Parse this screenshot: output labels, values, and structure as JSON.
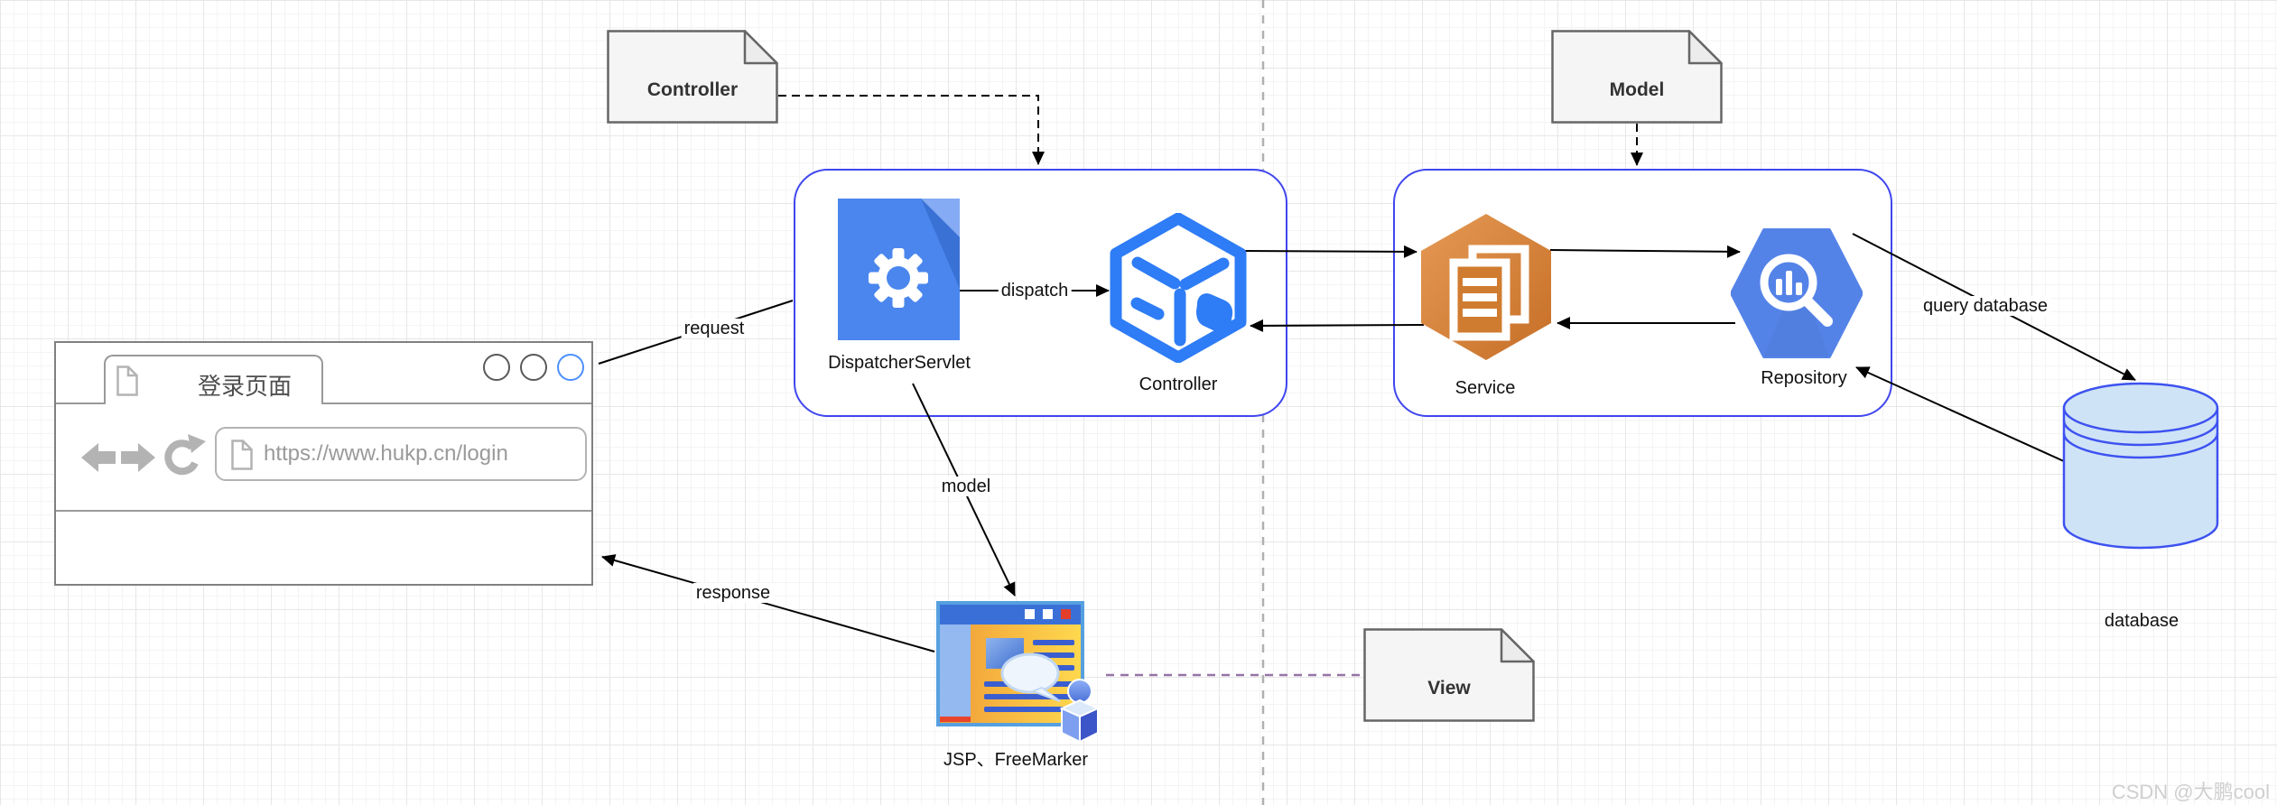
{
  "watermark": "CSDN @大鹏cool",
  "browser": {
    "tab_title": "登录页面",
    "url": "https://www.hukp.cn/login"
  },
  "notes": {
    "controller": "Controller",
    "model": "Model",
    "view": "View"
  },
  "nodes": {
    "dispatcher": "DispatcherServlet",
    "controller": "Controller",
    "service": "Service",
    "repository": "Repository",
    "view_renderer": "JSP、FreeMarker",
    "database": "database"
  },
  "edge_labels": {
    "request": "request",
    "dispatch": "dispatch",
    "model": "model",
    "response": "response",
    "query_database": "query database"
  },
  "colors": {
    "container_border": "#3f46ef",
    "note_fill": "#f5f5f5",
    "note_stroke": "#666666",
    "accent_blue": "#2e7cf6",
    "dispatcher_blue": "#4a86ee",
    "service_orange": "#d9802f",
    "repository_blue": "#5483e8",
    "database_fill": "#cfe3f6",
    "database_stroke": "#3d52f0",
    "view_link_purple": "#9673a6",
    "divider_gray": "#b0b0b0"
  }
}
